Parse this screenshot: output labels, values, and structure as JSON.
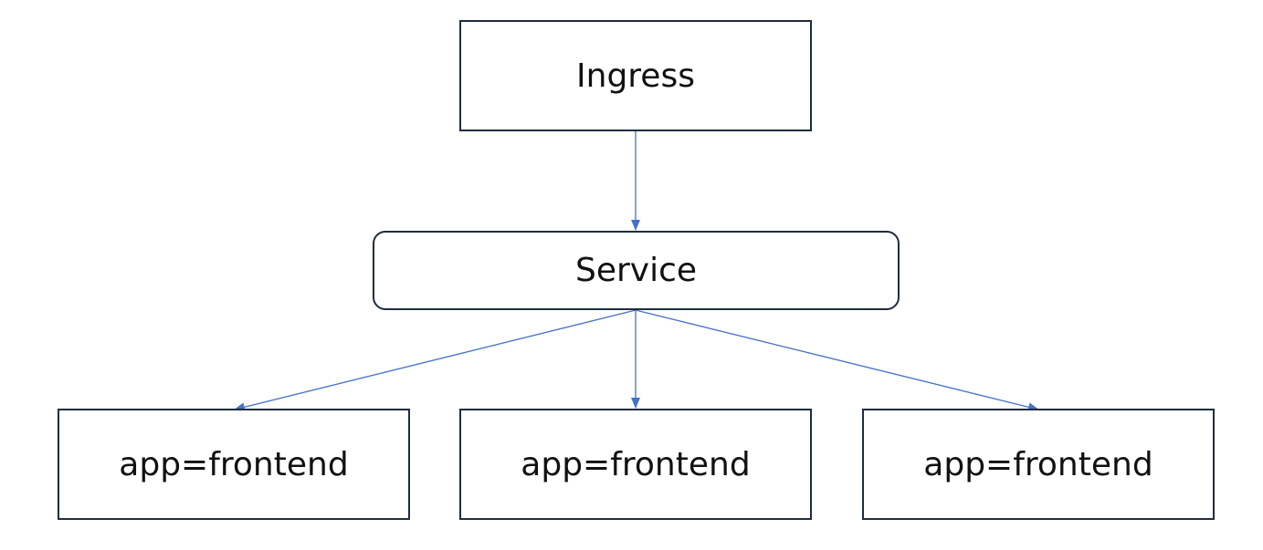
{
  "diagram": {
    "nodes": {
      "ingress": "Ingress",
      "service": "Service",
      "pods": [
        "app=frontend",
        "app=frontend",
        "app=frontend"
      ]
    },
    "edges": [
      {
        "from": "ingress",
        "to": "service"
      },
      {
        "from": "service",
        "to": "pod-1"
      },
      {
        "from": "service",
        "to": "pod-2"
      },
      {
        "from": "service",
        "to": "pod-3"
      }
    ],
    "colors": {
      "arrow": "#4472c4",
      "border": "#1f2d3d",
      "text": "#111111"
    }
  }
}
